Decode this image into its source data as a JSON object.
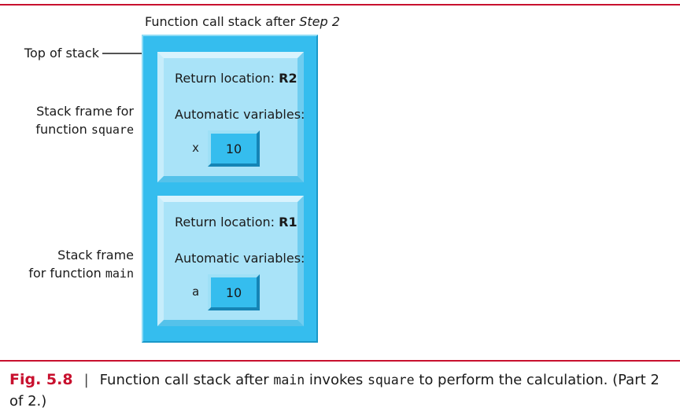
{
  "diagram": {
    "title_prefix": "Function call stack after ",
    "title_step": "Step 2",
    "top_of_stack_label": "Top of stack",
    "frames": [
      {
        "label_line1": "Stack frame for",
        "label_line2_prefix": "function ",
        "label_function": "square",
        "return_label": "Return location: ",
        "return_value": "R2",
        "auto_label": "Automatic variables:",
        "var_name": "x",
        "var_value": "10"
      },
      {
        "label_line1": "Stack frame",
        "label_line2_prefix": "for function ",
        "label_function": "main",
        "return_label": "Return location: ",
        "return_value": "R1",
        "auto_label": "Automatic variables:",
        "var_name": "a",
        "var_value": "10"
      }
    ]
  },
  "caption": {
    "figure_number": "Fig. 5.8",
    "separator": "|",
    "text_1": "Function call stack after ",
    "code_1": "main",
    "text_2": " invokes ",
    "code_2": "square",
    "text_3": " to perform the calculation. (Part 2 of 2.)"
  },
  "colors": {
    "accent_red": "#c8102e",
    "stack_blue": "#35bdee",
    "frame_blue": "#a9e3f8"
  }
}
